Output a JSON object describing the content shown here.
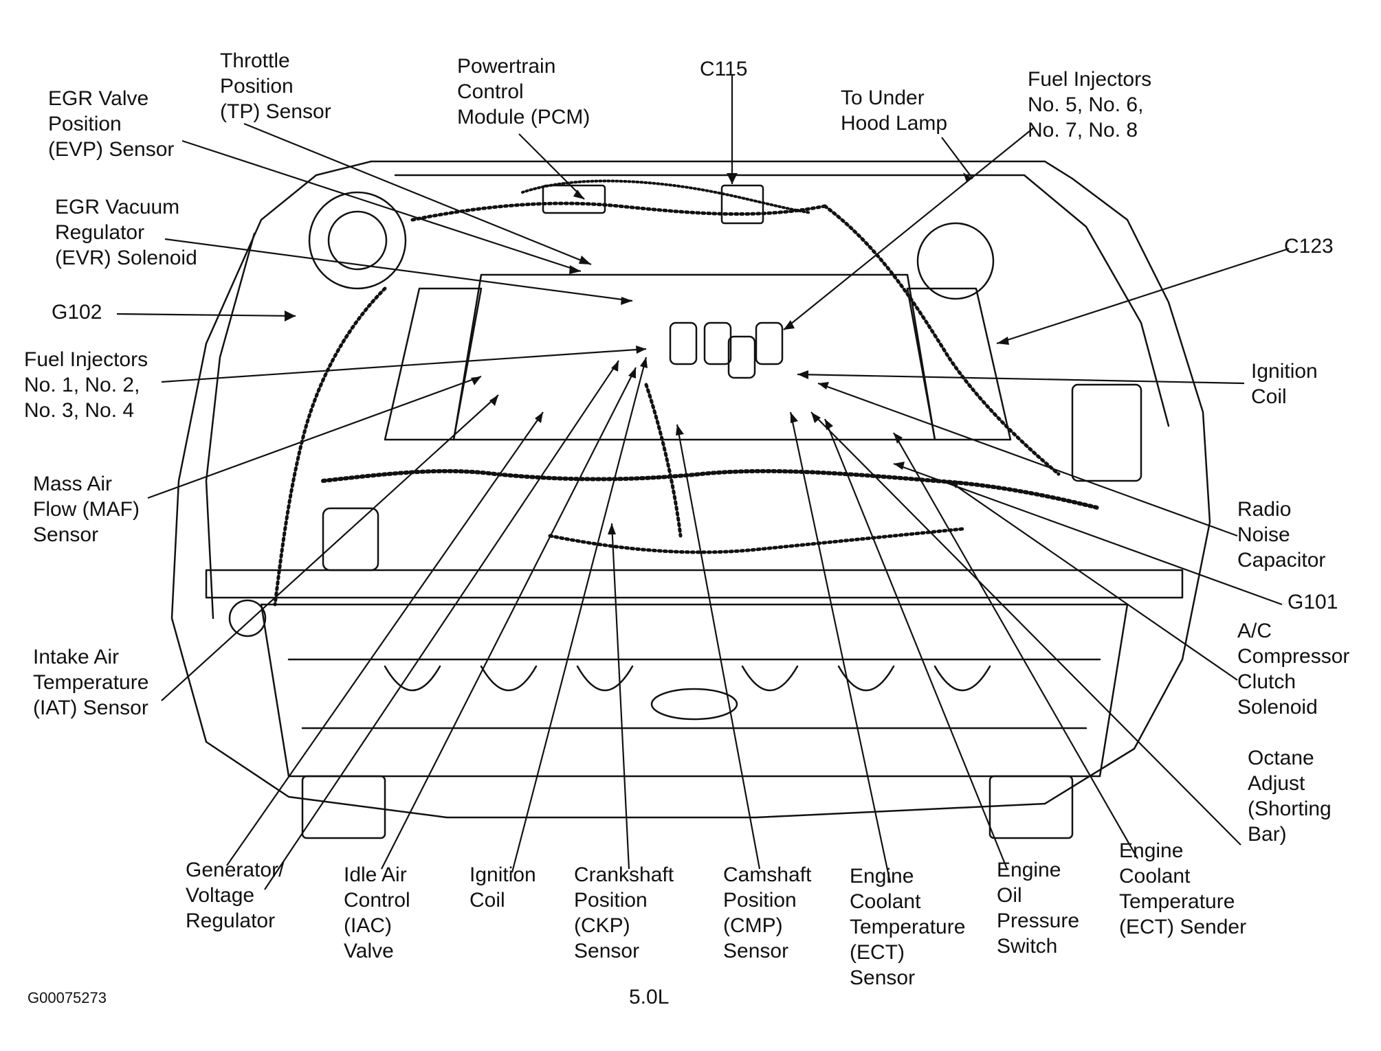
{
  "colors": {
    "ink": "#111111",
    "paper": "#ffffff"
  },
  "diagram_id": "G00075273",
  "engine": "5.0L",
  "labels": {
    "throttle": [
      "Throttle",
      "Position",
      "(TP) Sensor"
    ],
    "pcm": [
      "Powertrain",
      "Control",
      "Module (PCM)"
    ],
    "c115": [
      "C115"
    ],
    "egr_valve": [
      "EGR Valve",
      "Position",
      "(EVP) Sensor"
    ],
    "under_hood": [
      "To Under",
      "Hood Lamp"
    ],
    "inj_right": [
      "Fuel Injectors",
      "No. 5, No. 6,",
      "No. 7, No. 8"
    ],
    "egr_vac": [
      "EGR Vacuum",
      "Regulator",
      "(EVR) Solenoid"
    ],
    "c123": [
      "C123"
    ],
    "g102": [
      "G102"
    ],
    "inj_left": [
      "Fuel Injectors",
      "No. 1, No. 2,",
      "No. 3, No. 4"
    ],
    "ign_coil_right": [
      "Ignition",
      "Coil"
    ],
    "maf": [
      "Mass Air",
      "Flow (MAF)",
      "Sensor"
    ],
    "radio": [
      "Radio",
      "Noise",
      "Capacitor"
    ],
    "g101": [
      "G101"
    ],
    "iat": [
      "Intake Air",
      "Temperature",
      "(IAT) Sensor"
    ],
    "ac": [
      "A/C",
      "Compressor",
      "Clutch",
      "Solenoid"
    ],
    "octane": [
      "Octane",
      "Adjust",
      "(Shorting",
      "Bar)"
    ],
    "gen": [
      "Generator/",
      "Voltage",
      "Regulator"
    ],
    "iac": [
      "Idle Air",
      "Control",
      "(IAC)",
      "Valve"
    ],
    "ign_coil_bottom": [
      "Ignition",
      "Coil"
    ],
    "ckp": [
      "Crankshaft",
      "Position",
      "(CKP)",
      "Sensor"
    ],
    "cmp": [
      "Camshaft",
      "Position",
      "(CMP)",
      "Sensor"
    ],
    "ect_sensor": [
      "Engine",
      "Coolant",
      "Temperature",
      "(ECT)",
      "Sensor"
    ],
    "oil": [
      "Engine",
      "Oil",
      "Pressure",
      "Switch"
    ],
    "ect_sender": [
      "Engine",
      "Coolant",
      "Temperature",
      "(ECT) Sender"
    ]
  }
}
